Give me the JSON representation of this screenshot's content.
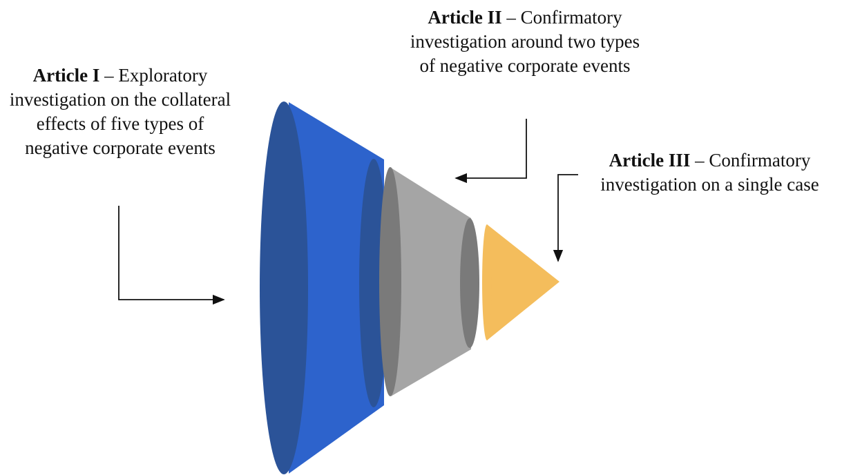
{
  "articles": [
    {
      "title": "Article I",
      "separator": " – ",
      "description": "Exploratory investigation on the collateral effects of five types of negative corporate events",
      "color": "#2d63cc"
    },
    {
      "title": "Article II",
      "separator": " – ",
      "description": "Confirmatory investigation around two types of negative corporate events",
      "color": "#a5a5a5"
    },
    {
      "title": "Article III",
      "separator": " – ",
      "description": "Confirmatory investigation on a single case",
      "color": "#f4bd5c"
    }
  ]
}
